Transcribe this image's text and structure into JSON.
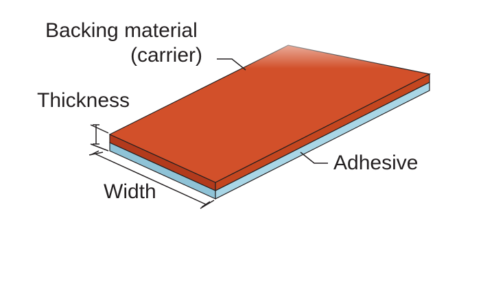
{
  "labels": {
    "backing_line1": "Backing material",
    "backing_line2": "(carrier)",
    "thickness": "Thickness",
    "width": "Width",
    "adhesive": "Adhesive"
  },
  "colors": {
    "carrier_top": "#d2502a",
    "carrier_edge": "#b23a1c",
    "adhesive_side": "#8fc3d7",
    "adhesive_edge": "#a9d6e6",
    "outline": "#231f20"
  }
}
